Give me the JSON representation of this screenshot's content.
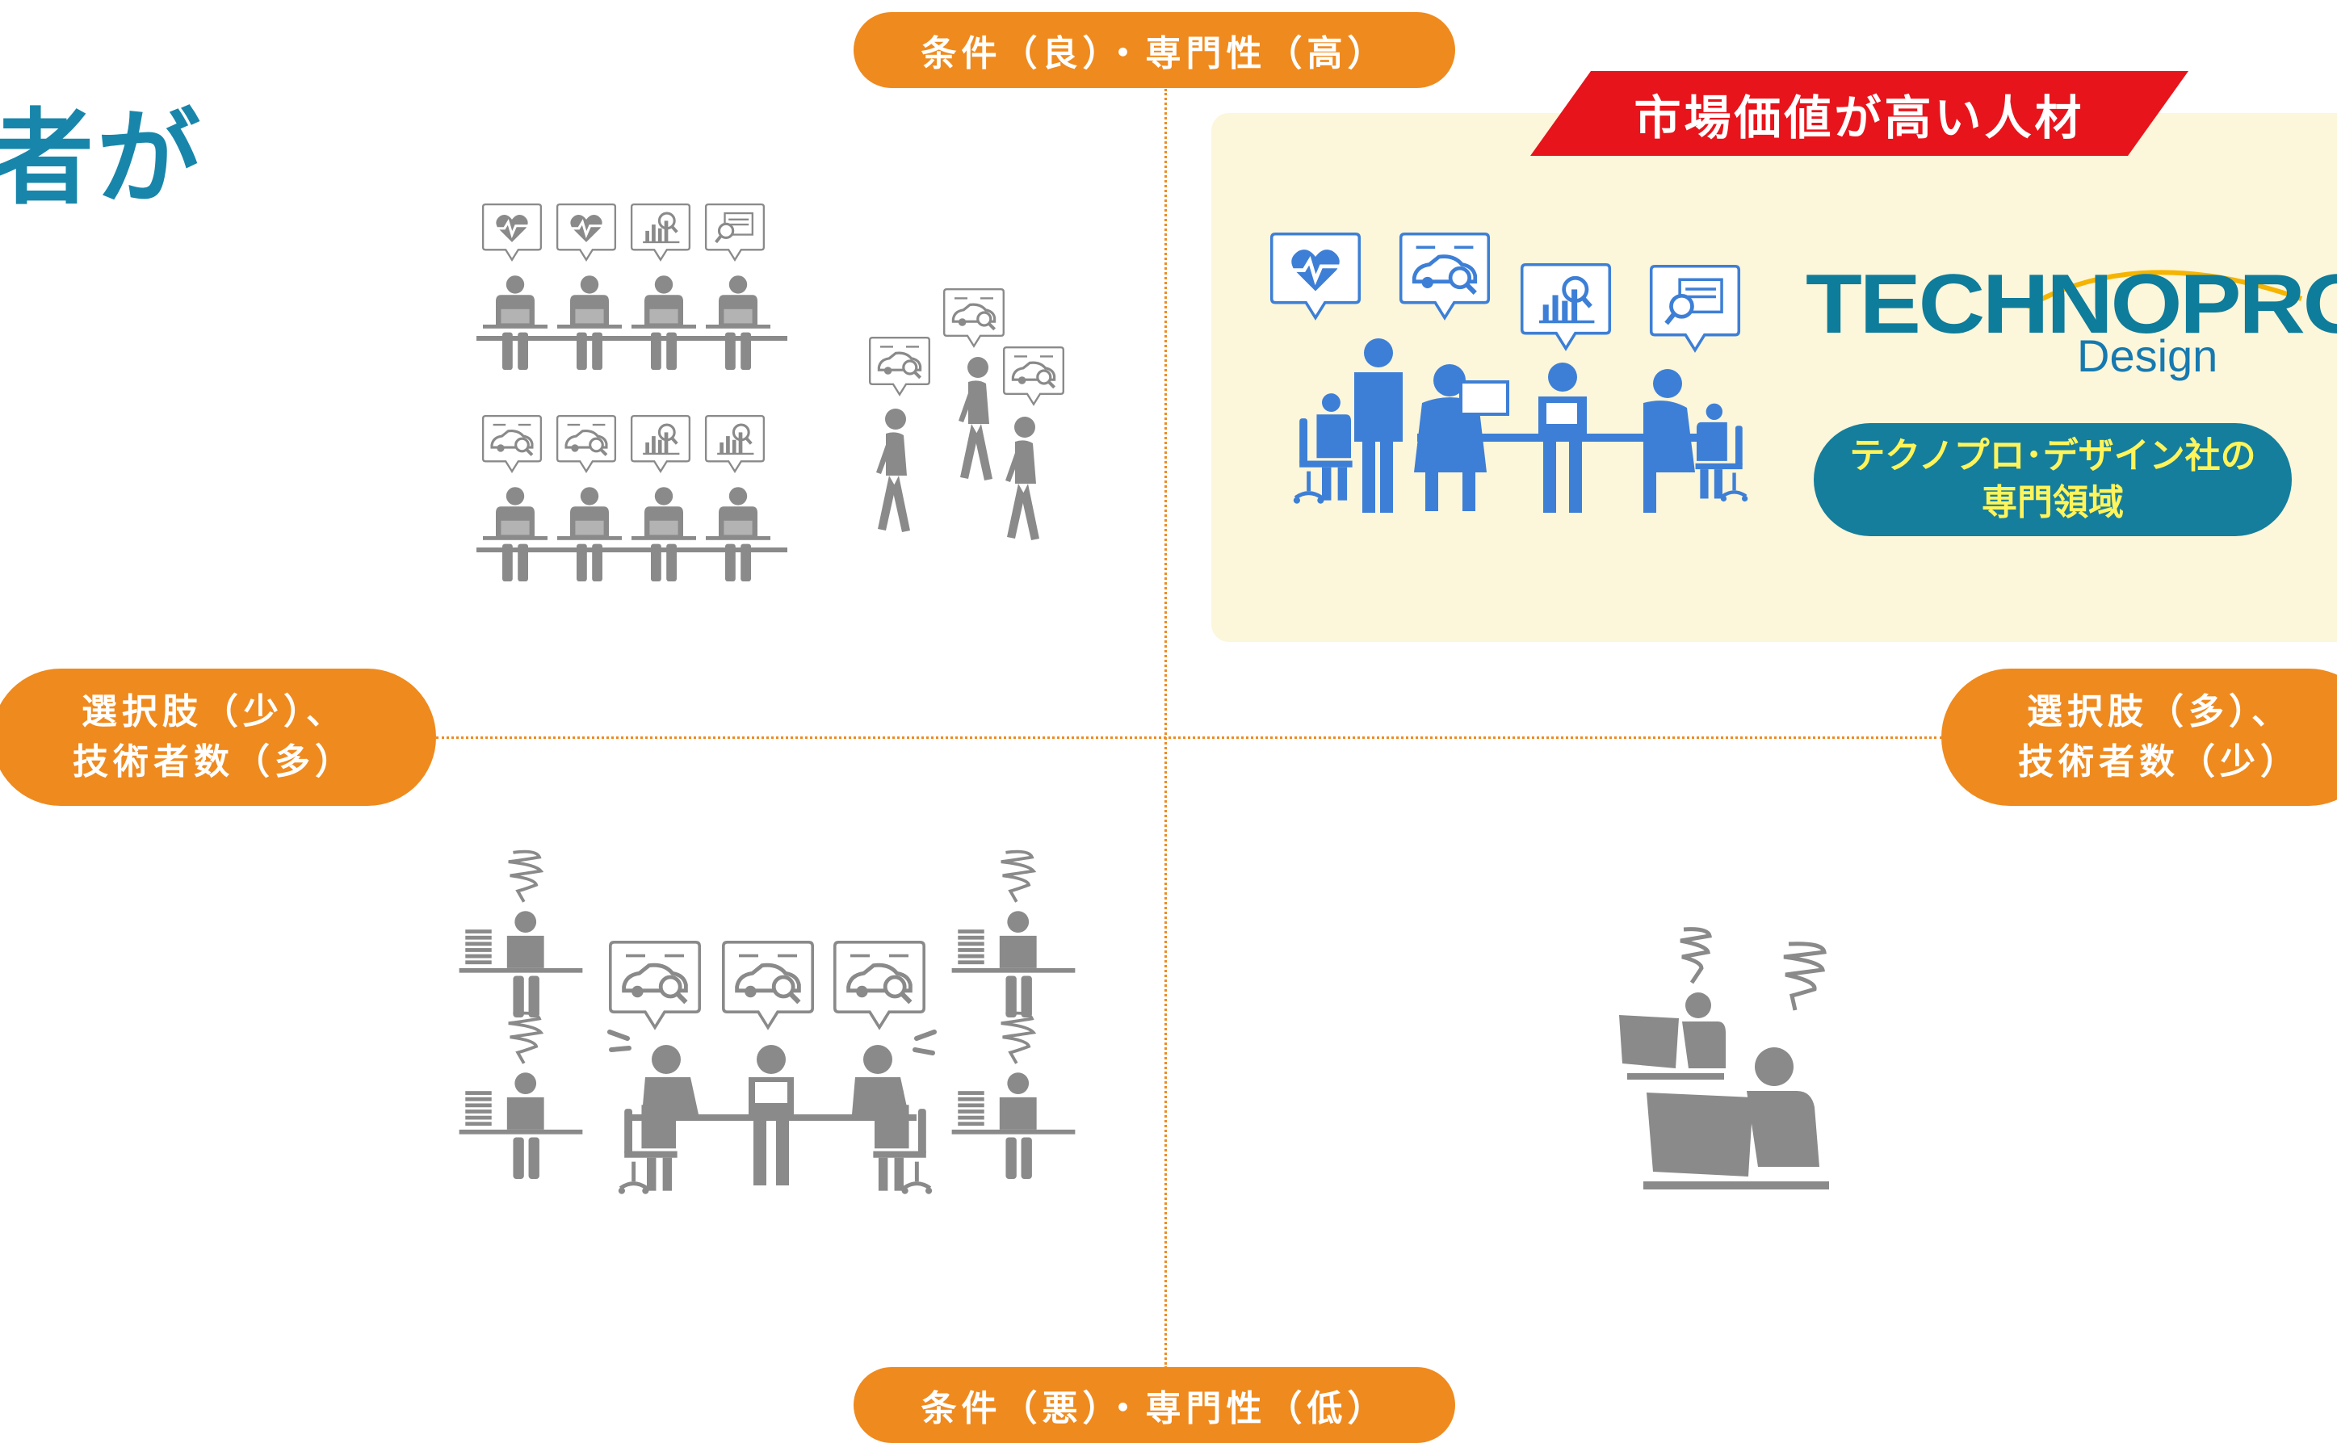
{
  "title_fragment": "者が",
  "axes": {
    "top": "条件（良）・専門性（高）",
    "bottom": "条件（悪）・専門性（低）",
    "left": [
      "選択肢（少）、",
      "技術者数（多）"
    ],
    "right": [
      "選択肢（多）、",
      "技術者数（少）"
    ]
  },
  "highlight": {
    "banner": "市場価値が高い人材",
    "logo": {
      "main": "TECHNOPRO",
      "sub": "Design"
    },
    "domain": [
      "テクノプロ･デザイン社の",
      "専門領域"
    ]
  },
  "colors": {
    "accent": "#ef8a1e",
    "banner": "#e8141b",
    "teal": "#157e9c",
    "blue_figure": "#3d7fd6",
    "gray_figure": "#8a8a8a",
    "panel": "#fcf6da",
    "domain_text": "#fff45a"
  },
  "icons": [
    "heart-icon",
    "car-magnifier-icon",
    "chart-magnifier-icon",
    "screen-magnifier-icon",
    "stress-scribble-icon",
    "document-stack-icon"
  ]
}
